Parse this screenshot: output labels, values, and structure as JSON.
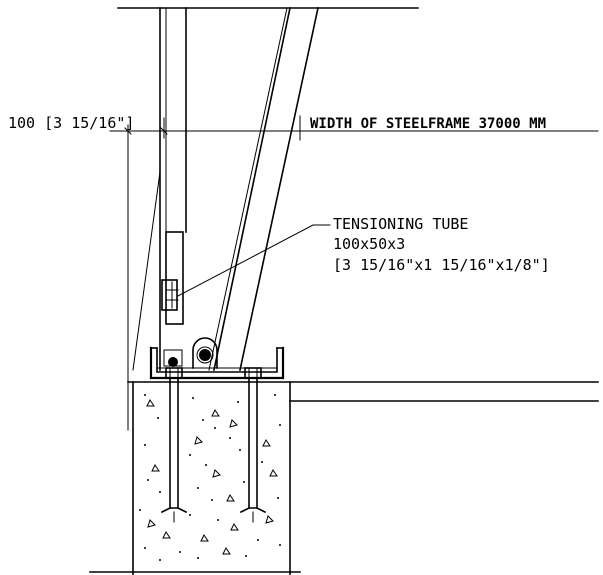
{
  "drawing": {
    "dim_offset_label": "100 [3 15/16\"]",
    "width_label": "WIDTH OF STEELFRAME 37000 MM",
    "tube_title": "TENSIONING TUBE",
    "tube_size_metric": "100x50x3",
    "tube_size_imperial": "[3 15/16\"x1 15/16\"x1/8\"]"
  }
}
